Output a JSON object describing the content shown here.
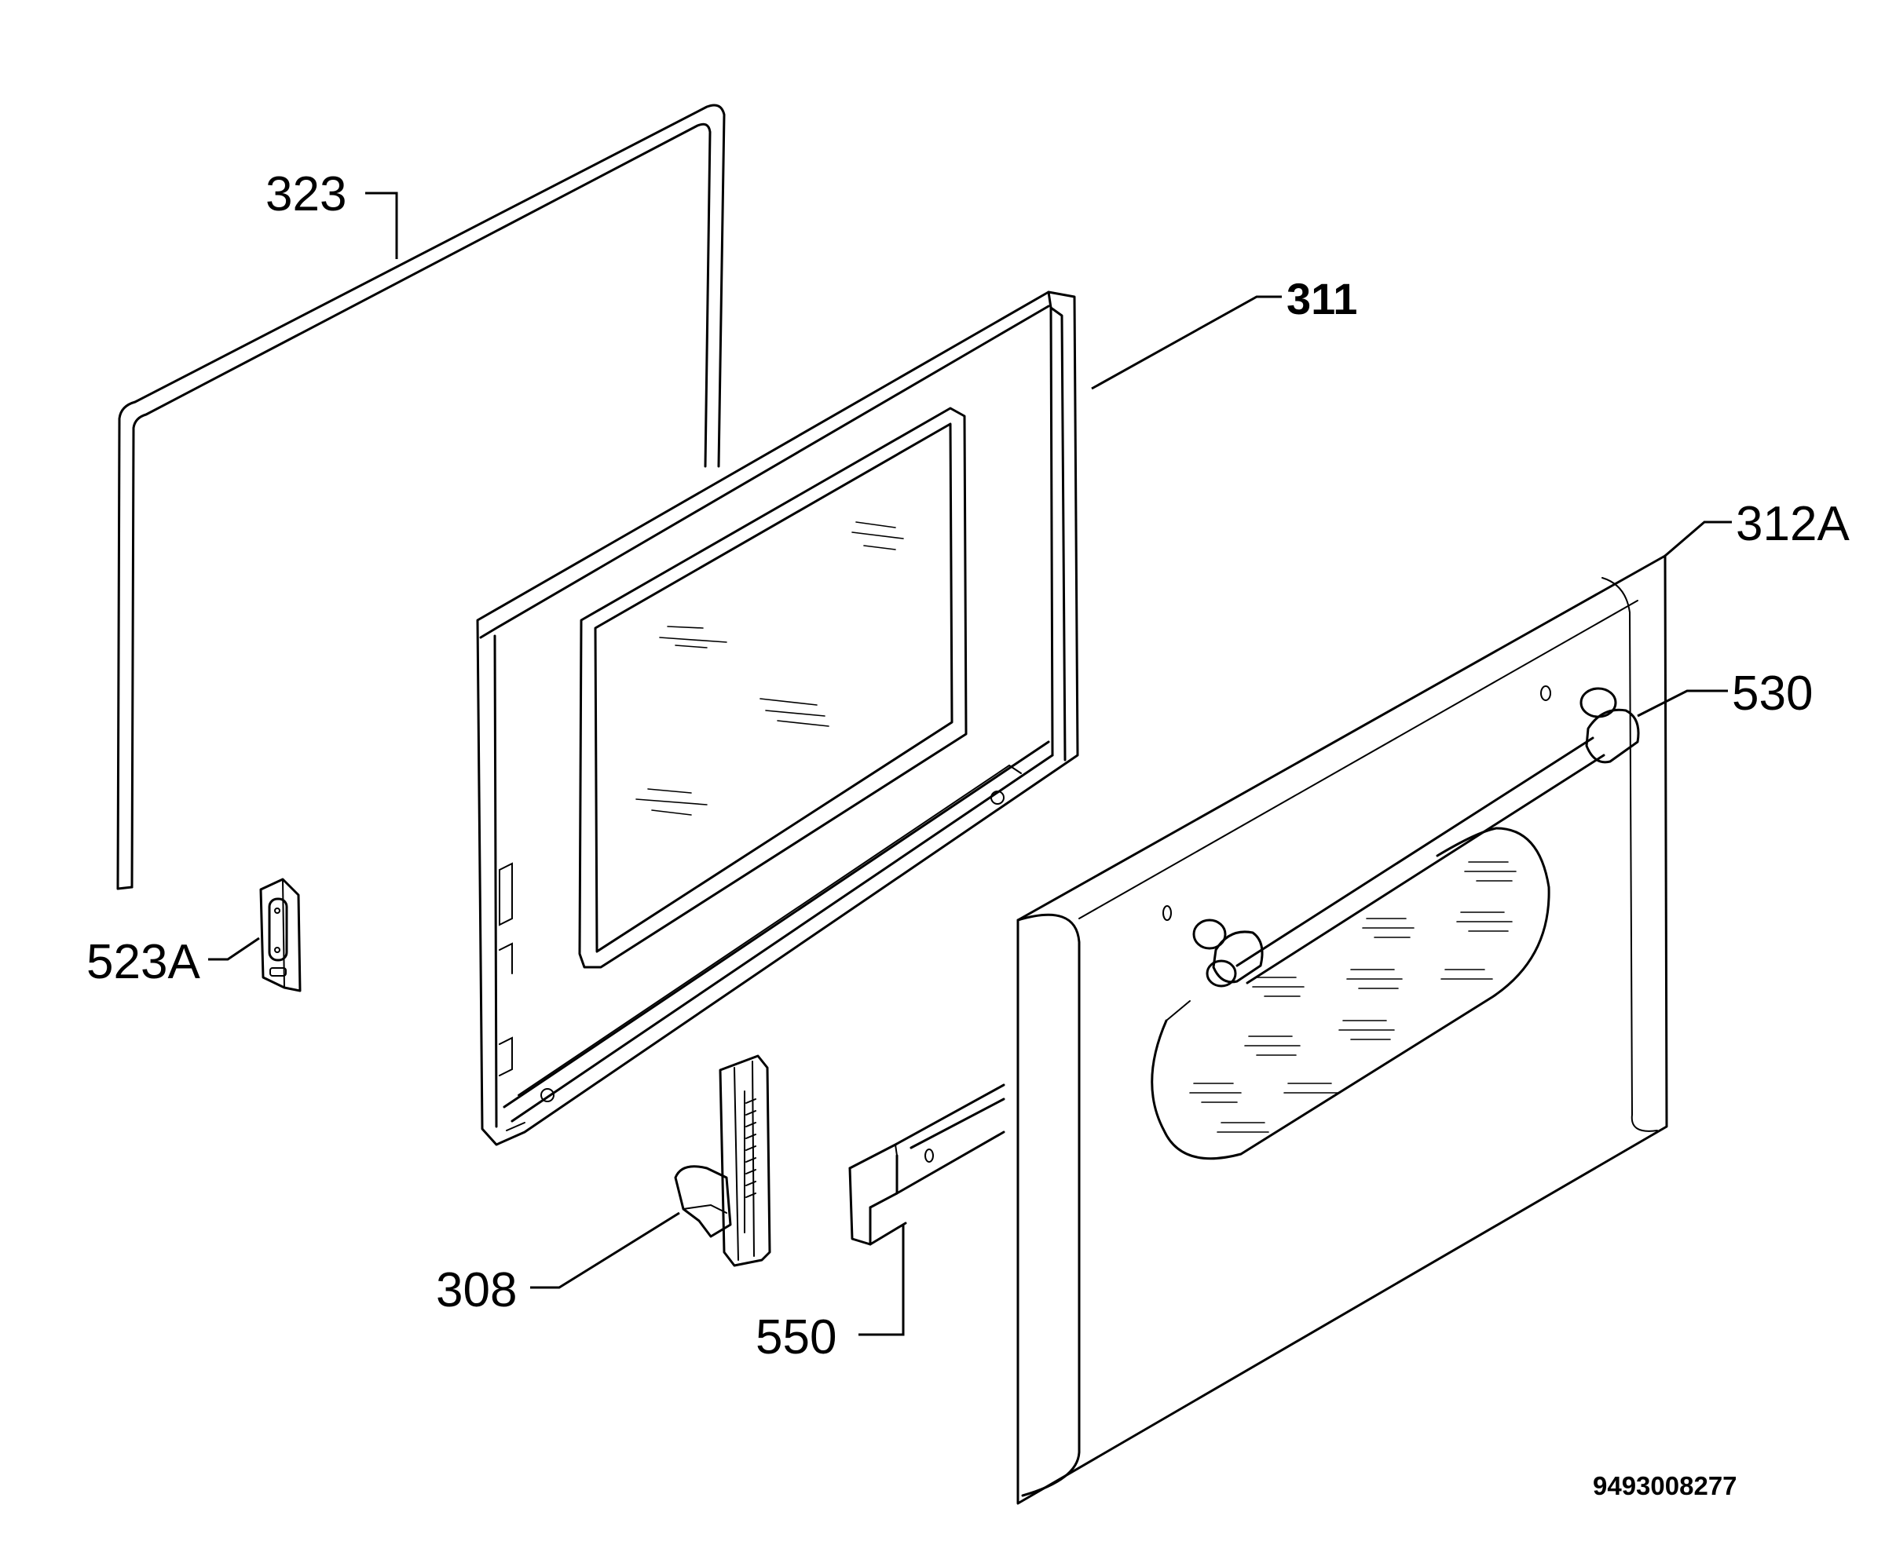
{
  "diagram": {
    "parts": [
      {
        "id": "p323",
        "label": "323"
      },
      {
        "id": "p311",
        "label": "311"
      },
      {
        "id": "p312a",
        "label": "312A"
      },
      {
        "id": "p530",
        "label": "530"
      },
      {
        "id": "p523a",
        "label": "523A"
      },
      {
        "id": "p308",
        "label": "308"
      },
      {
        "id": "p550",
        "label": "550"
      }
    ],
    "drawing_code": "9493008277"
  }
}
